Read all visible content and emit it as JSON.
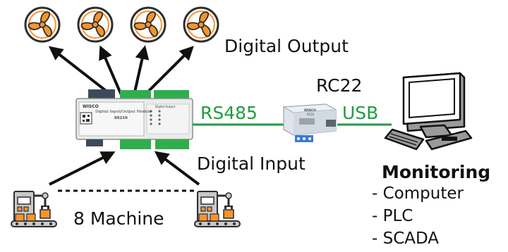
{
  "labels": {
    "digital_output": "Digital Output",
    "rc22": "RC22",
    "rs485": "RS485",
    "usb": "USB",
    "digital_input": "Digital Input",
    "monitoring": "Monitoring",
    "machines": "8 Machine"
  },
  "monitoring_list": [
    "- Computer",
    "- PLC",
    "- SCADA"
  ],
  "device": {
    "brand": "WISCO",
    "title": "Digital Input/Output Module",
    "model": "DI216",
    "side_label": "Digital Output"
  },
  "converter": {
    "brand": "WISCO",
    "model": "RC22"
  },
  "colors": {
    "fan_orange": "#f7942d",
    "fan_dark": "#2d2d2d",
    "link_green": "#1f9d3f",
    "terminal_green": "#2fae4b",
    "device_body": "#e9ece9"
  },
  "icons": [
    "fan-icon",
    "machine-icon",
    "computer-icon",
    "converter-icon",
    "io-module-icon"
  ]
}
